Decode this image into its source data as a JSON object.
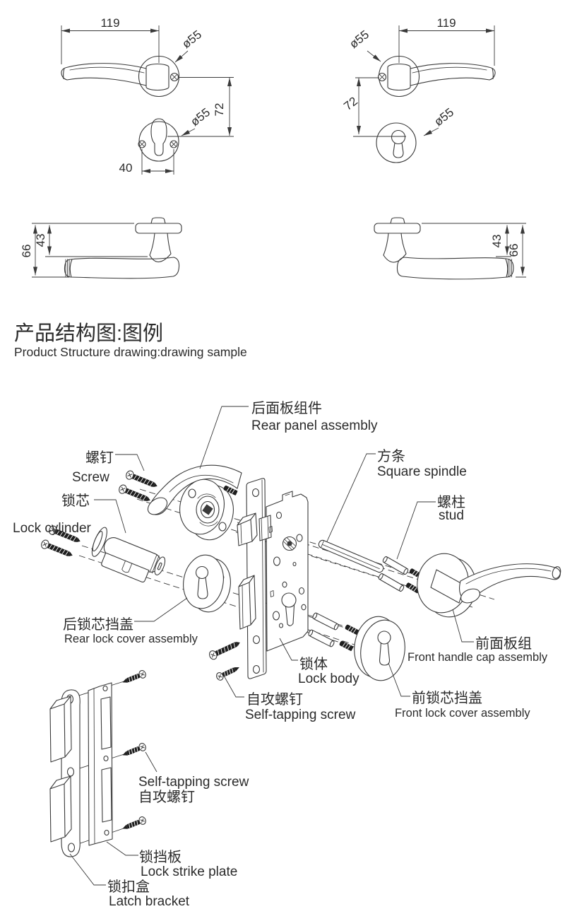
{
  "title": {
    "zh": "产品结构图:图例",
    "en": "Product Structure drawing:drawing sample"
  },
  "dimensions": {
    "handle_length": "119",
    "rose_diameter": "ø55",
    "escutcheon_diameter": "ø55",
    "handle_to_cylinder_centers": "72",
    "escutcheon_screw_spacing": "40",
    "side_total_depth": "66",
    "side_rose_to_grip": "43"
  },
  "parts": [
    {
      "id": "rear-panel-assembly",
      "zh": "后面板组件",
      "en": "Rear panel assembly"
    },
    {
      "id": "screw",
      "zh": "螺钉",
      "en": "Screw"
    },
    {
      "id": "lock-cylinder",
      "zh": "锁芯",
      "en": "Lock cylinder"
    },
    {
      "id": "square-spindle",
      "zh": "方条",
      "en": "Square spindle"
    },
    {
      "id": "stud",
      "zh": "螺柱",
      "en": "stud"
    },
    {
      "id": "rear-lock-cover-assembly",
      "zh": "后锁芯挡盖",
      "en": "Rear lock cover assembly"
    },
    {
      "id": "lock-body",
      "zh": "锁体",
      "en": "Lock body"
    },
    {
      "id": "self-tapping-screw",
      "zh": "自攻螺钉",
      "en": "Self-tapping screw"
    },
    {
      "id": "front-handle-cap-assembly",
      "zh": "前面板组",
      "en": "Front handle cap assembly"
    },
    {
      "id": "front-lock-cover-assembly",
      "zh": "前锁芯挡盖",
      "en": "Front lock cover assembly"
    },
    {
      "id": "self-tapping-screw-strike",
      "zh": "自攻螺钉",
      "en": "Self-tapping screw"
    },
    {
      "id": "lock-strike-plate",
      "zh": "锁挡板",
      "en": "Lock strike plate"
    },
    {
      "id": "latch-bracket",
      "zh": "锁扣盒",
      "en": "Latch bracket"
    }
  ],
  "colors": {
    "line": "#3a3a3a",
    "text": "#2b2b2b",
    "background": "#ffffff"
  }
}
